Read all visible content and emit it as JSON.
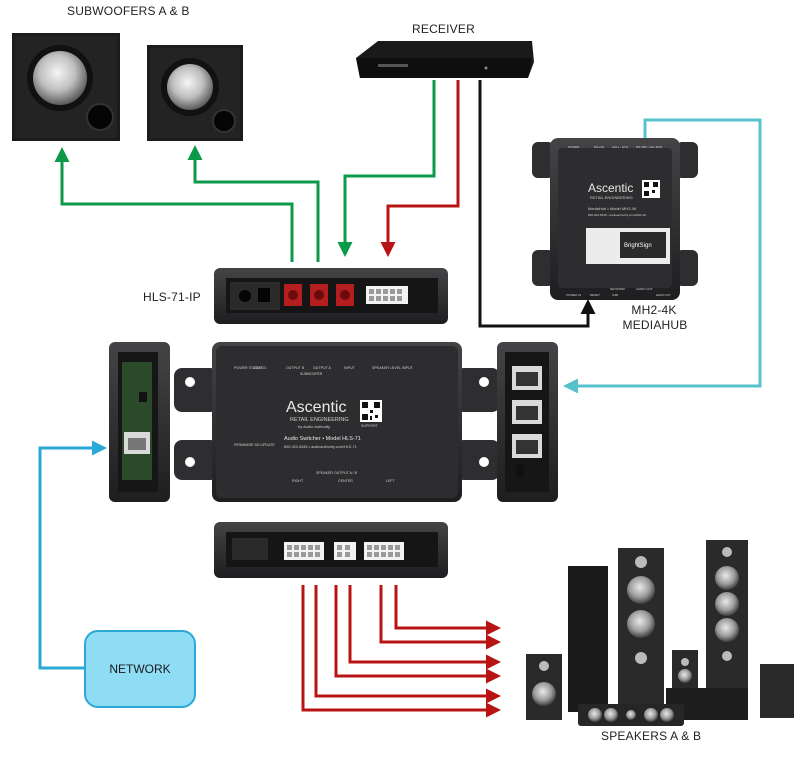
{
  "labels": {
    "subwoofers": "SUBWOOFERS A & B",
    "receiver": "RECEIVER",
    "hls71ip": "HLS-71-IP",
    "mediahub_model": "MH2-4K",
    "mediahub_name": "MEDIAHUB",
    "network": "NETWORK",
    "speakers": "SPEAKERS A & B"
  },
  "hls71": {
    "brand": "Ascentic",
    "brand_sub": "RETAIL ENGINEERING",
    "brand_tag": "by Audio Authority",
    "model": "Audio Switcher • Model HLS-71",
    "contact": "800-322-8346 • audioauthority.com/HLS-71",
    "support": "SUPPORT",
    "power_status": "POWER\nSTATUS",
    "dc12": "12V DC",
    "output_b": "OUTPUT B",
    "output_a": "OUTPUT A",
    "subwoofer": "SUBWOOFER",
    "input": "INPUT",
    "speaker_level_input": "SPEAKER LEVEL INPUT",
    "firmware_update": "FIRMWARE\nSD UPDATE",
    "speaker_output": "SPEAKER OUTPUT A / B",
    "right": "RIGHT",
    "center": "CENTER",
    "left": "LEFT"
  },
  "mediahub": {
    "brand": "Ascentic",
    "brand_sub": "RETAIL ENGINEERING",
    "model": "MediaHub • Model MH2-4K",
    "contact": "800-322-8346 • audioauthority.com/MH2-4K",
    "brightsign": "BrightSign",
    "top_labels": [
      "POWER",
      "RS-232",
      "HALL - ETH",
      "RS-485 / CEC BUS"
    ],
    "bottom_labels": [
      "POWER IN",
      "RESET",
      "NETWORK",
      "USB",
      "AUDIO OUT",
      "HDMI OUT"
    ]
  },
  "colors": {
    "green": "#0b9a4a",
    "red": "#b91414",
    "black": "#111111",
    "cyan": "#56c3cc",
    "blue": "#2aa9d6",
    "network_fill": "#8fdcf5",
    "device_dark": "#2b2b2d",
    "device_mid": "#3a3a3c"
  }
}
